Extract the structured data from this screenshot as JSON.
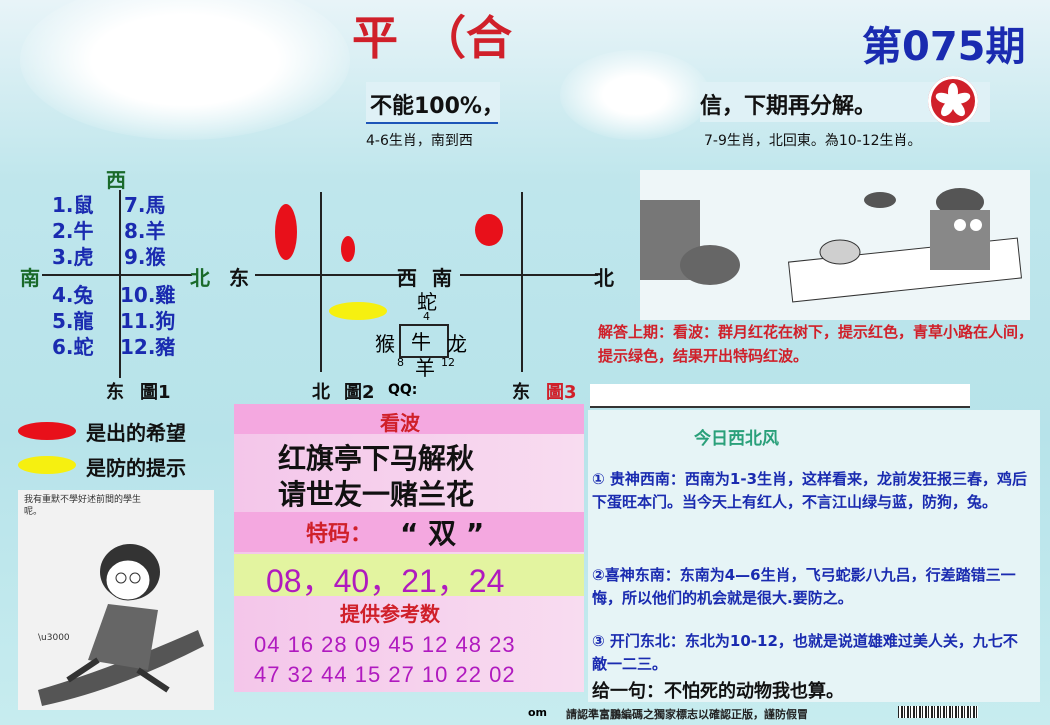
{
  "header": {
    "title_fragments": [
      "平",
      "（合"
    ],
    "issue": "第075期",
    "banner_left": "不能100%，",
    "banner_right": "信，下期再分解。",
    "sub_left": "4-6生肖，南到西",
    "sub_right": "7-9生肖，北回東。為10-12生肖。"
  },
  "fig1": {
    "top": "西",
    "left": "南",
    "right": "北",
    "bottom": "东",
    "caption": "圖1",
    "left_top": [
      "1.鼠",
      "2.牛",
      "3.虎"
    ],
    "right_top": [
      "7.馬",
      "8.羊",
      "9.猴"
    ],
    "left_bottom": [
      "4.兔",
      "5.龍",
      "6.蛇"
    ],
    "right_bottom": [
      "10.雞",
      "11.狗",
      "12.豬"
    ]
  },
  "legend": {
    "red": "是出的希望",
    "yellow": "是防的提示",
    "colors": {
      "red": "#e8101a",
      "yellow": "#f6f010"
    }
  },
  "fig2": {
    "left": "东",
    "right": "西",
    "bottom": "北",
    "caption": "圖2",
    "qq": "QQ:",
    "top_animal": "蛇",
    "top_num": "4",
    "left_animal": "猴",
    "center": "牛",
    "right_animal": "龙",
    "bottom_animal": "羊",
    "n8": "8",
    "n12": "12"
  },
  "fig3": {
    "left": "南",
    "right": "北",
    "bottom": "东",
    "caption": "圖3"
  },
  "answer": {
    "label": "解答上期：",
    "text": "看波：群月红花在树下，提示红色，青草小路在人间，提示绿色，结果开出特码红波。"
  },
  "poem": {
    "title": "看波",
    "line1": "红旗亭下马解秋",
    "line2": "请世友一赌兰花",
    "special_label": "特码：",
    "special_value": "“ 双 ”",
    "numbers": "08，40，21，24",
    "ref_title": "提供参考数",
    "ref_row1": "04 16 28 09 45 12 48 23",
    "ref_row2": "47 32 44 15 27 10 22 02"
  },
  "right_panel": {
    "heading": "今日西北风",
    "p1": "①  贵神西南：西南为1-3生肖，这样看来，龙前发狂报三春，鸡后下蛋旺本门。当今天上有红人，不言江山绿与蓝，防狗，兔。",
    "p2": "②喜神东南：东南为4—6生肖，飞弓蛇影八九吕，行差踏错三一悔，所以他们的机会就是很大.要防之。",
    "p3": "③  开门东北：东北为10-12，也就是说道雄难过美人关，九七不敵一二三。",
    "closing": "给一句：不怕死的动物我也算。"
  },
  "footer": {
    "left": "om",
    "text": "請認準富鵬編碼之獨家標志以確認正版，謹防假冒"
  },
  "cartoon_text": "我有重默不學好述前間的學生呢。"
}
